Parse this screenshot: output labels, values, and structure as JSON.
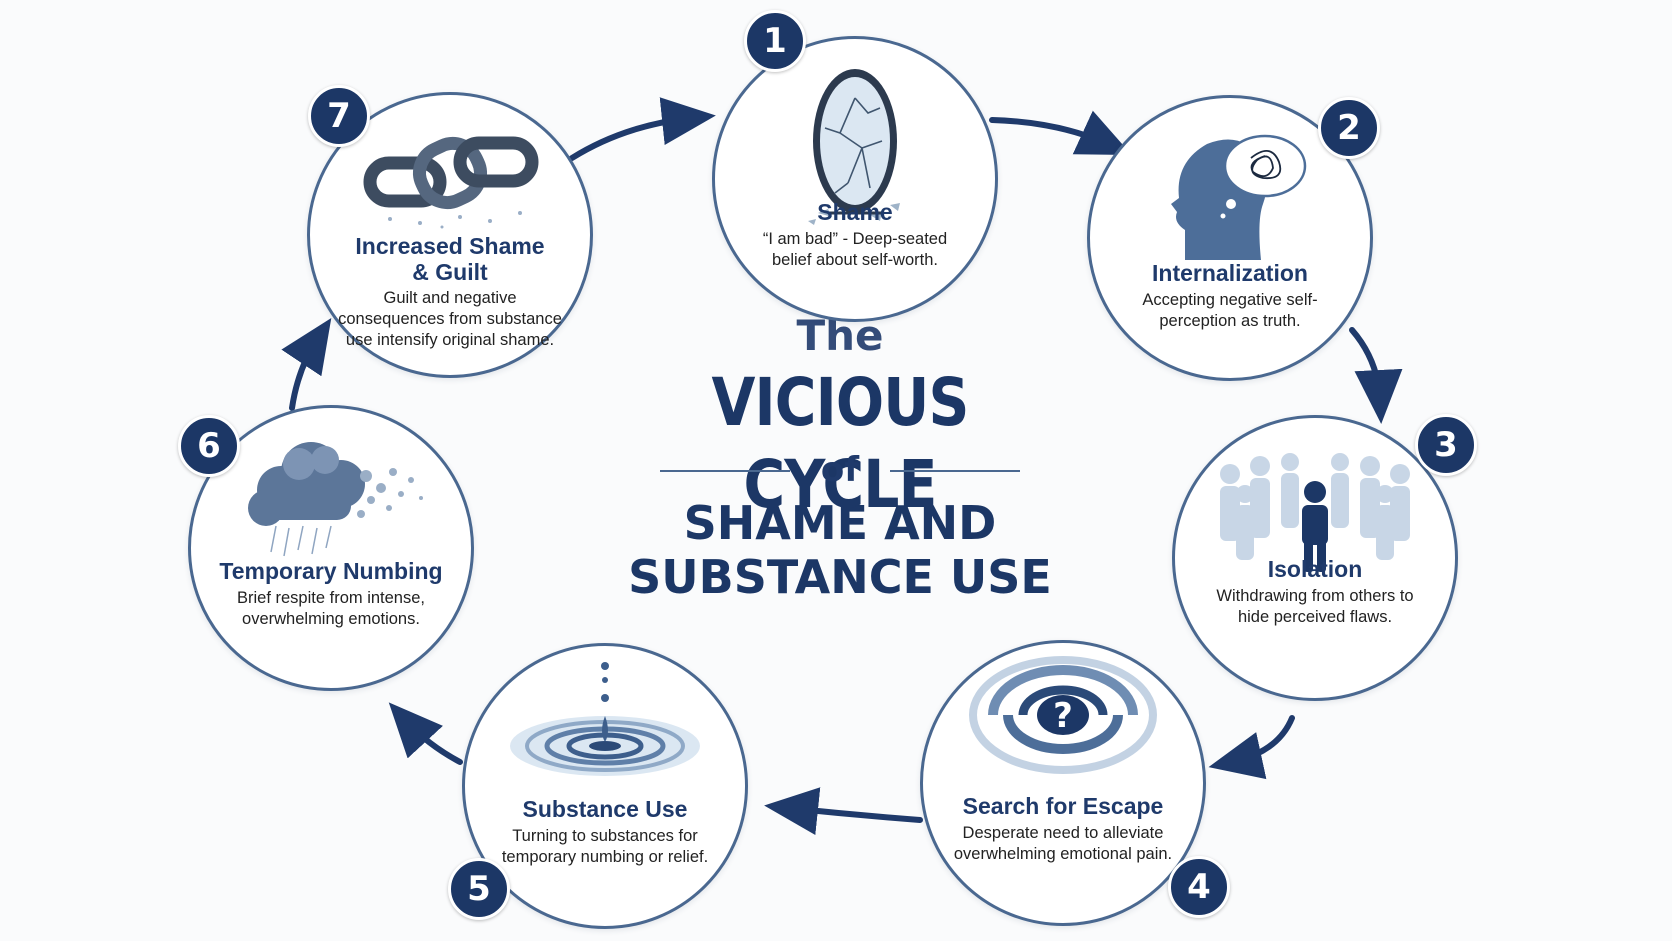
{
  "title": {
    "the": "The",
    "main": "VICIOUS CYCLE",
    "of": "of",
    "line1": "SHAME AND",
    "line2": "SUBSTANCE USE"
  },
  "colors": {
    "primary": "#1c3766",
    "accent": "#4a6890",
    "border": "#4a6890",
    "background": "#fafbfc"
  },
  "steps": [
    {
      "number": "1",
      "title": "Shame",
      "description": "“I am bad” - Deep-seated belief about self-worth.",
      "icon": "broken-mirror-icon"
    },
    {
      "number": "2",
      "title": "Internalization",
      "description": "Accepting negative self-perception as truth.",
      "icon": "head-thought-icon"
    },
    {
      "number": "3",
      "title": "Isolation",
      "description": "Withdrawing from others to hide perceived flaws.",
      "icon": "isolated-person-icon"
    },
    {
      "number": "4",
      "title": "Search for Escape",
      "description": "Desperate need to alleviate overwhelming emotional pain.",
      "icon": "spiral-question-icon"
    },
    {
      "number": "5",
      "title": "Substance Use",
      "description": "Turning to substances for temporary numbing or relief.",
      "icon": "water-drop-icon"
    },
    {
      "number": "6",
      "title": "Temporary Numbing",
      "description": "Brief respite from intense, overwhelming emotions.",
      "icon": "dissolving-cloud-icon"
    },
    {
      "number": "7",
      "title": "Increased Shame & Guilt",
      "description": "Guilt and negative consequences from substance use intensify original shame.",
      "icon": "chain-icon"
    }
  ]
}
